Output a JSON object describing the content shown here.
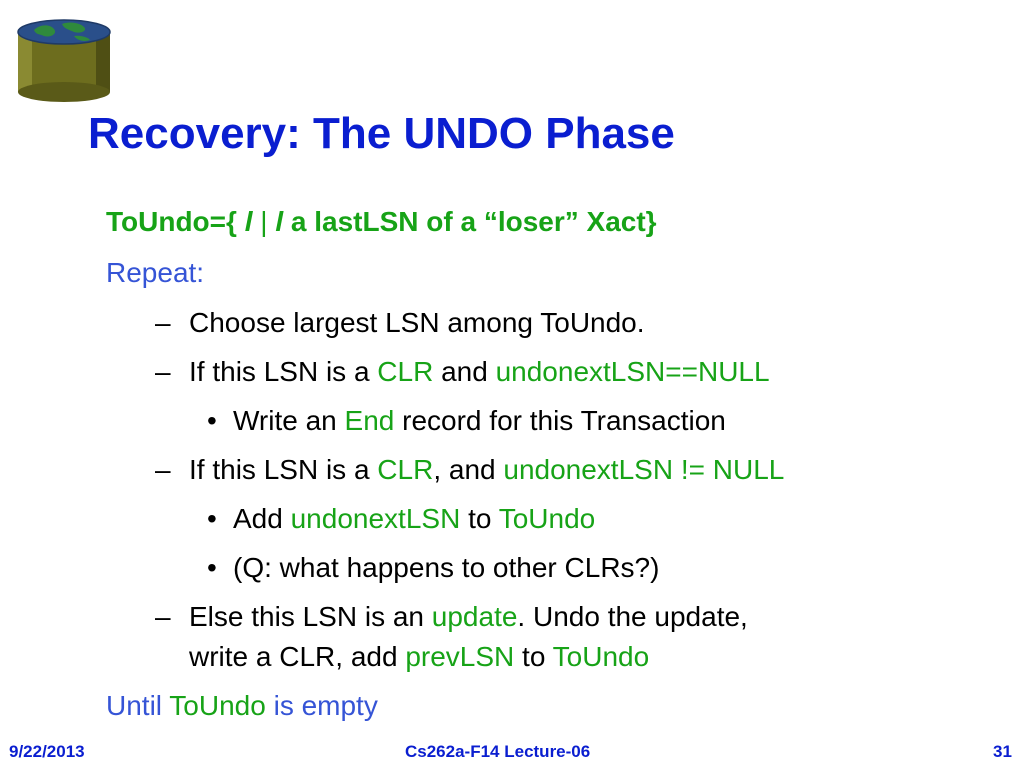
{
  "title": "Recovery: The UNDO Phase",
  "toundo_def": {
    "name": "ToUndo",
    "eq": "={",
    "var1": "l",
    "bar": "|",
    "var2": "l",
    "desc": "a lastLSN of a “loser” Xact}"
  },
  "repeat": "Repeat:",
  "step1": "Choose largest LSN among ToUndo.",
  "step2": {
    "prefix": "If this LSN is a ",
    "clr": "CLR",
    "mid": " and ",
    "cond": "undonextLSN==NULL"
  },
  "step2_bullet": {
    "prefix": "Write an ",
    "end": "End",
    "suffix": " record for this Transaction"
  },
  "step3": {
    "prefix": "If this LSN is a ",
    "clr": "CLR",
    "mid": ", and ",
    "cond": "undonextLSN != NULL"
  },
  "step3_bullet1": {
    "prefix": "Add ",
    "field": "undonextLSN",
    "mid": " to ",
    "target": "ToUndo"
  },
  "step3_bullet2": "(Q: what happens to other CLRs?)",
  "step4": {
    "prefix": "Else this LSN is an ",
    "update": "update",
    "suffix": ".  Undo the update,",
    "line2_prefix": "write a CLR, add ",
    "field": "prevLSN",
    "mid": " to ",
    "target": "ToUndo"
  },
  "until": {
    "prefix": "Until ",
    "target": "ToUndo",
    "suffix": " is empty"
  },
  "footer": {
    "date": "9/22/2013",
    "course": "Cs262a-F14 Lecture-06",
    "page": "31"
  },
  "symbols": {
    "dash": "–",
    "bullet": "•"
  },
  "colors": {
    "title": "#0a1ed0",
    "blue_text": "#3554d6",
    "green_text": "#17a317"
  }
}
